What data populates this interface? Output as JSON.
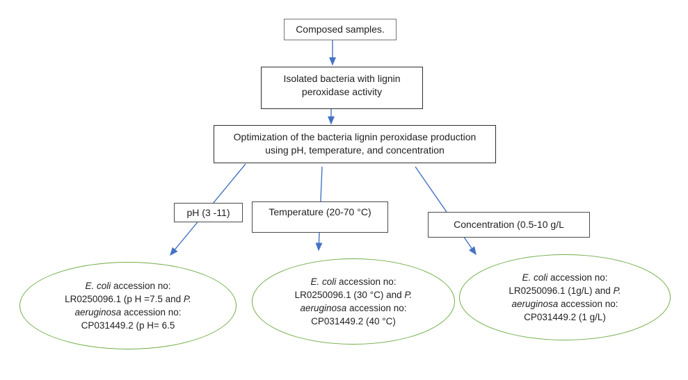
{
  "colors": {
    "arrow": "#4472C4",
    "ellipse_stroke": "#70AD47",
    "box_border": "#4a4a4a",
    "text": "#1f1f1f",
    "background": "#ffffff"
  },
  "flowchart": {
    "nodes": {
      "composed": {
        "lines": [
          [
            {
              "t": "Composed samples."
            }
          ]
        ]
      },
      "isolated": {
        "lines": [
          [
            {
              "t": "Isolated bacteria with lignin"
            }
          ],
          [
            {
              "t": "peroxidase activity"
            }
          ]
        ]
      },
      "optimization": {
        "lines": [
          [
            {
              "t": "Optimization of the bacteria lignin peroxidase production"
            }
          ],
          [
            {
              "t": "using pH, temperature, and concentration"
            }
          ]
        ]
      },
      "ph": {
        "lines": [
          [
            {
              "t": "pH (3 -11)"
            }
          ]
        ]
      },
      "temperature": {
        "lines": [
          [
            {
              "t": "Temperature (20-70 °C)"
            }
          ]
        ]
      },
      "concentration": {
        "lines": [
          [
            {
              "t": "Concentration (0.5-10 g/L"
            }
          ]
        ]
      },
      "result_ph": {
        "lines": [
          [
            {
              "t": "E. coli",
              "i": true
            },
            {
              "t": " accession no:"
            }
          ],
          [
            {
              "t": "LR0250096.1 (p H =7.5 and "
            },
            {
              "t": "P.",
              "i": true
            }
          ],
          [
            {
              "t": "aeruginosa",
              "i": true
            },
            {
              "t": " accession no:"
            }
          ],
          [
            {
              "t": "CP031449.2 (p H= 6.5"
            }
          ]
        ]
      },
      "result_temperature": {
        "lines": [
          [
            {
              "t": "E. coli",
              "i": true
            },
            {
              "t": " accession no:"
            }
          ],
          [
            {
              "t": "LR0250096.1 (30 °C) and "
            },
            {
              "t": "P.",
              "i": true
            }
          ],
          [
            {
              "t": "aeruginosa",
              "i": true
            },
            {
              "t": " accession no:"
            }
          ],
          [
            {
              "t": "CP031449.2 (40 °C)"
            }
          ]
        ]
      },
      "result_concentration": {
        "lines": [
          [
            {
              "t": "E. coli",
              "i": true
            },
            {
              "t": " accession no:"
            }
          ],
          [
            {
              "t": "LR0250096.1 (1g/L) and "
            },
            {
              "t": "P.",
              "i": true
            }
          ],
          [
            {
              "t": "aeruginosa",
              "i": true
            },
            {
              "t": " accession no:"
            }
          ],
          [
            {
              "t": "CP031449.2 (1 g/L)"
            }
          ]
        ]
      }
    }
  }
}
